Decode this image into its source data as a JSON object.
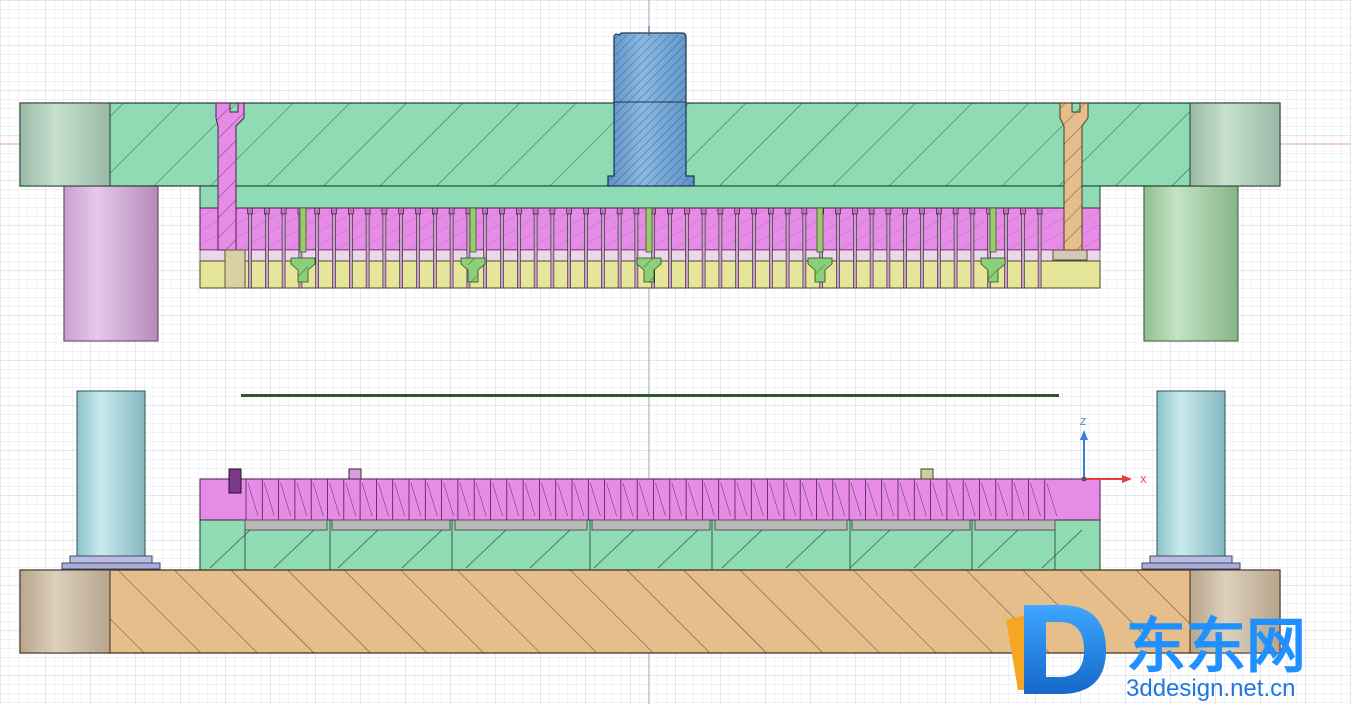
{
  "colors": {
    "background": "#ffffff",
    "grid_minor": "#dfe3ec",
    "grid_major": "#c4cbd9",
    "top_plate": "#8fdcb4",
    "bottom_plate": "#e6be8c",
    "pink_plate": "#e68ce6",
    "yellow_plate": "#e6e69a",
    "lower_green": "#8fdcb4",
    "punch": "#6fa6d8",
    "bushing_left": "#d9b4dc",
    "bushing_right": "#a9cfa9",
    "guide_post": "#a6d6da",
    "corner_block": "#aacaba",
    "strip": "#2c5a2c",
    "axis_z": "#3b7fd9",
    "axis_x": "#e04040",
    "watermark_orange": "#f5a623",
    "watermark_blue": "#1e90ff"
  },
  "axes": {
    "z_label": "Z",
    "x_label": "X"
  },
  "watermark": {
    "brand_cn": "东东网",
    "url": "3ddesign.net.cn",
    "logo_letter": "D"
  },
  "icons": {
    "triad": "axis-triad-icon",
    "logo": "watermark-logo-icon"
  }
}
